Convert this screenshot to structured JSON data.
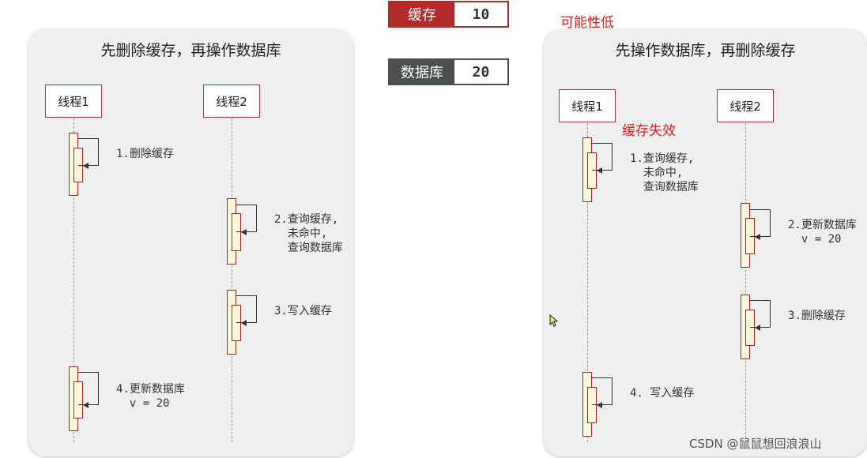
{
  "counters": {
    "cache": {
      "label": "缓存",
      "value": "10"
    },
    "db": {
      "label": "数据库",
      "value": "20"
    }
  },
  "note_low_probability": "可能性低",
  "left_panel": {
    "title": "先删除缓存，再操作数据库",
    "thread1": "线程1",
    "thread2": "线程2",
    "steps": {
      "s1": "1.删除缓存",
      "s2": "2.查询缓存,\n  未命中,\n  查询数据库",
      "s3": "3.写入缓存",
      "s4": "4.更新数据库\n  v = 20"
    }
  },
  "right_panel": {
    "title": "先操作数据库，再删除缓存",
    "thread1": "线程1",
    "thread2": "线程2",
    "cache_invalid": "缓存失效",
    "steps": {
      "s1": "1.查询缓存,\n  未命中,\n  查询数据库",
      "s2": "2.更新数据库\n  v = 20",
      "s3": "3.删除缓存",
      "s4": "4. 写入缓存"
    }
  },
  "watermark": "CSDN @鼠鼠想回浪浪山",
  "colors": {
    "cache_bg": "#b22a2a",
    "db_bg": "#4a5050",
    "accent_red": "#e02020",
    "activation_border": "#9e2a2a"
  }
}
